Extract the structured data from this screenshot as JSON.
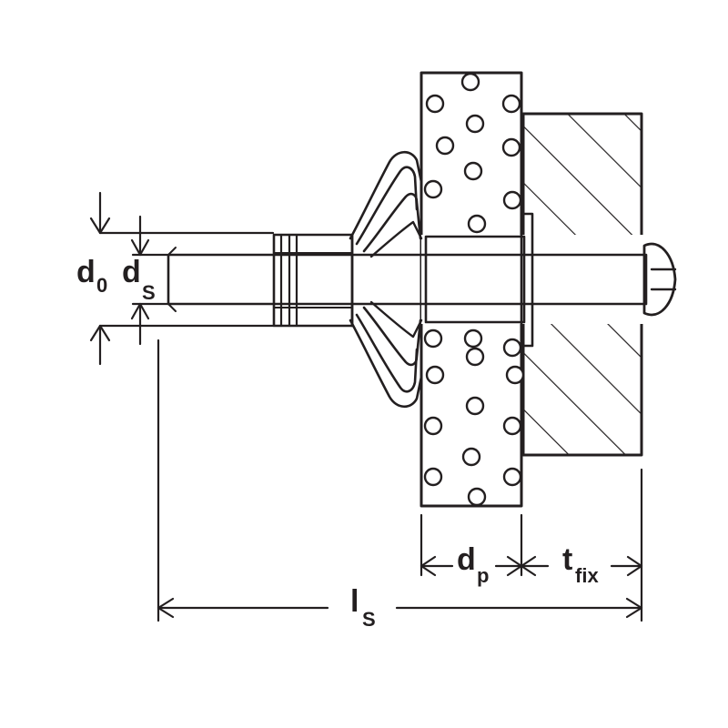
{
  "diagram": {
    "labels": {
      "d0": {
        "main": "d",
        "sub": "0"
      },
      "ds": {
        "main": "d",
        "sub": "S"
      },
      "dp": {
        "main": "d",
        "sub": "p"
      },
      "tfix": {
        "main": "t",
        "sub": "fix"
      },
      "ls": {
        "main": "l",
        "sub": "S"
      }
    },
    "colors": {
      "line": "#231f20",
      "background": "#ffffff",
      "board_fill": "#f7f7f7"
    }
  }
}
